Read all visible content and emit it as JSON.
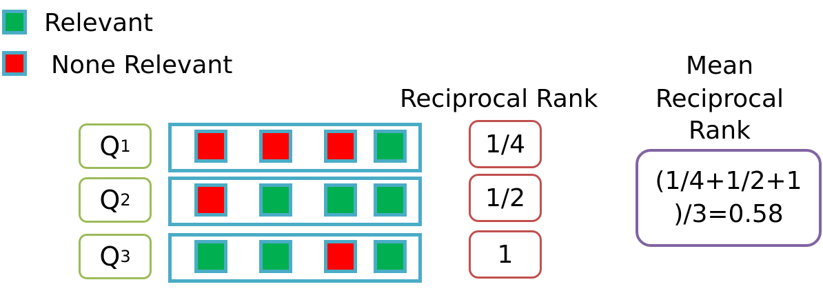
{
  "colors": {
    "relevant": "#00b050",
    "none_relevant": "#ff0000",
    "row_border": "#4aacc6",
    "query_border": "#9bbb59",
    "rr_border": "#c0504d",
    "mrr_border": "#8064a2"
  },
  "legend": {
    "relevant_label": "Relevant",
    "none_relevant_label": "None Relevant"
  },
  "headers": {
    "reciprocal_rank": "Reciprocal Rank",
    "mrr_line1": "Mean",
    "mrr_line2": "Reciprocal",
    "mrr_line3": "Rank"
  },
  "queries": [
    {
      "letter": "Q",
      "subscript": "1",
      "results": [
        "none",
        "none",
        "none",
        "relevant"
      ],
      "reciprocal_rank": "1/4"
    },
    {
      "letter": "Q",
      "subscript": "2",
      "results": [
        "none",
        "relevant",
        "relevant",
        "relevant"
      ],
      "reciprocal_rank": "1/2"
    },
    {
      "letter": "Q",
      "subscript": "3",
      "results": [
        "relevant",
        "relevant",
        "none",
        "relevant"
      ],
      "reciprocal_rank": "1"
    }
  ],
  "mrr": {
    "line1": "(1/4+1/2+1",
    "line2": ")/3=0.58"
  }
}
